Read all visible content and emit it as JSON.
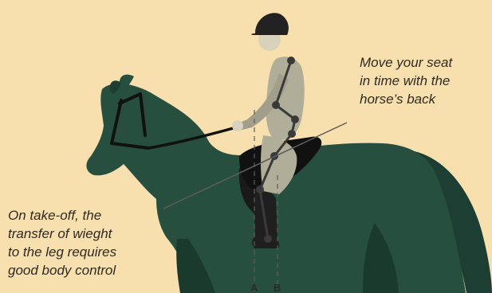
{
  "captions": {
    "seat": [
      "Move your seat",
      "in time with the",
      "horse’s back"
    ],
    "takeoff": [
      "On take-off, the",
      "transfer of wieght",
      "to the leg requires",
      "good body control"
    ]
  },
  "markers": {
    "a": "A",
    "b": "B"
  },
  "colors": {
    "background": "#f7dfae",
    "horse": "#264f3f",
    "horse_shadow": "#1a3a2e",
    "jacket": "#b0ad98",
    "boots": "#1f1f1f",
    "helmet": "#222222",
    "lines": "#555555"
  }
}
